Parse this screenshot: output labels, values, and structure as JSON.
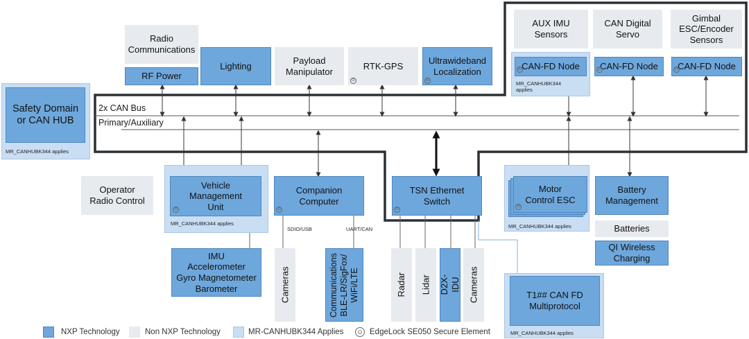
{
  "bus": {
    "can_bus": "2x CAN Bus",
    "primary": "Primary/Auxiliary"
  },
  "blocks": {
    "safety_domain": "Safety Domain\nor CAN HUB",
    "radio_communications": "Radio\nCommunications",
    "rf_power": "RF Power",
    "lighting": "Lighting",
    "payload_manipulator": "Payload\nManipulator",
    "rtk_gps": "RTK-GPS",
    "uwb_localization": "Ultrawideband\nLocalization",
    "aux_imu": "AUX IMU\nSensors",
    "can_digital_servo": "CAN Digital\nServo",
    "gimbal": "Gimbal\nESC/Encoder\nSensors",
    "can_fd_node_1": "CAN-FD Node",
    "can_fd_node_2": "CAN-FD Node",
    "can_fd_node_3": "CAN-FD Node",
    "operator_radio": "Operator\nRadio Control",
    "vmu": "Vehicle\nManagement\nUnit",
    "companion_computer": "Companion\nComputer",
    "tsn_switch": "TSN Ethernet\nSwitch",
    "motor_control": "Motor\nControl ESC",
    "battery_management": "Battery\nManagement",
    "batteries": "Batteries",
    "qi_wireless": "QI Wireless\nCharging",
    "imu": "IMU\nAccelerometer\nGyro Magnetometer\nBarometer",
    "cameras_left": "Cameras",
    "communications": "Communications\nBLE-LR/SigFox/\nWiFi/LTE",
    "radar": "Radar",
    "lidar": "Lidar",
    "d2x_idu": "D2X-IDU",
    "cameras_right": "Cameras",
    "t1_can_fd": "T1## CAN FD\nMultiprotocol"
  },
  "notes": {
    "mr_safety": "MR_CANHUBK344 applies",
    "mr_can_fd_node": "MR_CANHUBK344\napplies",
    "mr_vmu": "MR_CANHUBK344 applies",
    "mr_motor": "MR_CANHUBK344 applies",
    "mr_t1": "MR_CANHUBK344 applies",
    "sdio_usb": "SDIO/USB",
    "uart_can": "UART/CAN"
  },
  "legend": {
    "nxp": "NXP Technology",
    "non_nxp": "Non NXP Technology",
    "mr_canhub": "MR-CANHUBK344 Applies",
    "edgelock": "EdgeLock SE050 Secure Element"
  },
  "colors": {
    "nxp": "#6ea7dc",
    "non_nxp": "#e7ebef",
    "mr_canhub": "#c9def3",
    "outline": "#2b3036"
  }
}
